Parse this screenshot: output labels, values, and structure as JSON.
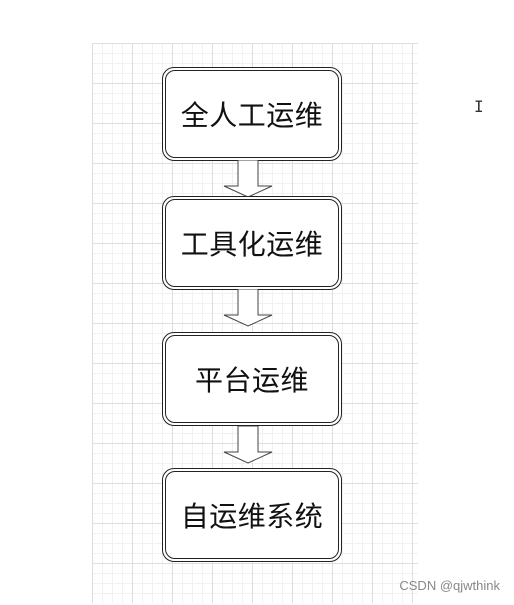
{
  "flow": {
    "nodes": [
      {
        "label": "全人工运维"
      },
      {
        "label": "工具化运维"
      },
      {
        "label": "平台运维"
      },
      {
        "label": "自运维系统"
      }
    ]
  },
  "cursor_glyph": "I",
  "watermark": "CSDN @qjwthink",
  "colors": {
    "border": "#222222",
    "grid_major": "#dedede",
    "grid_minor": "#f1f1f1",
    "watermark": "#888888"
  }
}
